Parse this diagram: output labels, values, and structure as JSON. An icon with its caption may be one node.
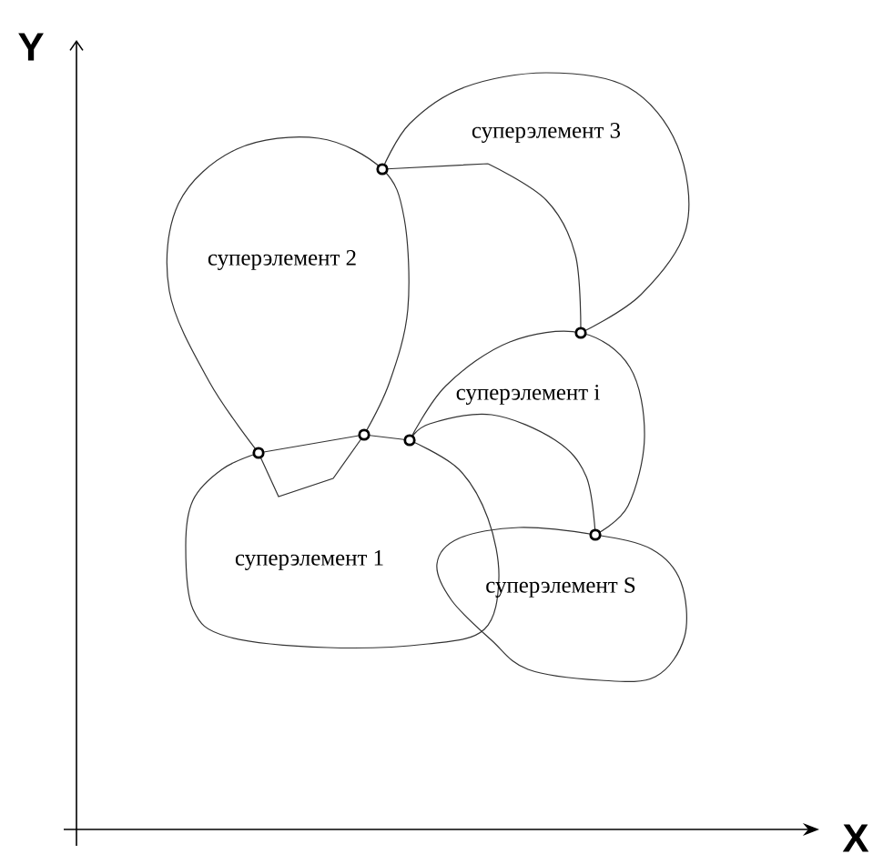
{
  "diagram": {
    "nodes": [
      {
        "text": [
          "суперэлемент 3"
        ]
      },
      {
        "text": [
          "суперэлемент 2"
        ]
      },
      {
        "text": [
          "суперэлемент i"
        ]
      },
      {
        "text": [
          "суперэлемент 1"
        ]
      },
      {
        "text": [
          "суперэлемент S"
        ]
      }
    ],
    "labels": [
      "Y",
      "X"
    ]
  }
}
